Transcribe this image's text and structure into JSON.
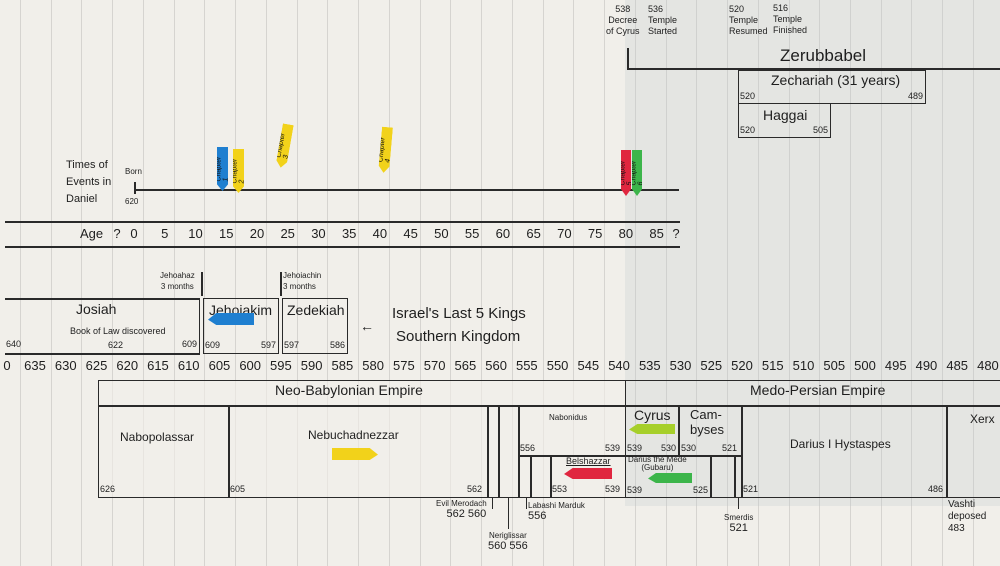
{
  "year_axis": [
    "0",
    "635",
    "630",
    "625",
    "620",
    "615",
    "610",
    "605",
    "600",
    "595",
    "590",
    "585",
    "580",
    "575",
    "570",
    "565",
    "560",
    "555",
    "550",
    "545",
    "540",
    "535",
    "530",
    "525",
    "520",
    "515",
    "510",
    "505",
    "500",
    "495",
    "490",
    "485",
    "480"
  ],
  "age_axis": {
    "label": "Age",
    "ticks": [
      "?",
      "0",
      "5",
      "10",
      "15",
      "20",
      "25",
      "30",
      "35",
      "40",
      "45",
      "50",
      "55",
      "60",
      "65",
      "70",
      "75",
      "80",
      "85",
      "?"
    ]
  },
  "restoration": {
    "decree": {
      "year": "538",
      "l1": "Decree",
      "l2": "of Cyrus"
    },
    "temple_started": {
      "year": "536",
      "l1": "Temple",
      "l2": "Started"
    },
    "temple_resumed": {
      "year": "520",
      "l1": "Temple",
      "l2": "Resumed"
    },
    "temple_finished": {
      "year": "516",
      "l1": "Temple",
      "l2": "Finished"
    },
    "zerubbabel": "Zerubbabel",
    "zechariah": {
      "name": "Zechariah (31 years)",
      "start": "520",
      "end": "489"
    },
    "haggai": {
      "name": "Haggai",
      "start": "520",
      "end": "505"
    }
  },
  "daniel": {
    "l1": "Times of",
    "l2": "Events in",
    "l3": "Daniel",
    "born": "Born",
    "born_year": "620",
    "chapters": [
      "Chapter 1",
      "Chapter 2",
      "Chapter 3",
      "Chapter 4",
      "Chapter 5",
      "Chapter 6"
    ]
  },
  "kings": {
    "jehoahaz": {
      "name": "Jehoahaz",
      "dur": "3 months"
    },
    "jehoiachin": {
      "name": "Jehoiachin",
      "dur": "3 months"
    },
    "josiah": {
      "name": "Josiah",
      "note": "Book of Law discovered",
      "note_year": "622",
      "start": "640",
      "end": "609"
    },
    "jehoiakim": {
      "name": "Jehoiakim",
      "start": "609",
      "end": "597"
    },
    "zedekiah": {
      "name": "Zedekiah",
      "start": "597",
      "end": "586"
    },
    "title1": "Israel's Last 5 Kings",
    "title2": "Southern Kingdom"
  },
  "empires": {
    "neo": "Neo-Babylonian Empire",
    "medo": "Medo-Persian Empire",
    "nabopolassar": {
      "name": "Nabopolassar",
      "start": "626"
    },
    "nebuchadnezzar": {
      "name": "Nebuchadnezzar",
      "start": "605",
      "end": "562"
    },
    "nabonidus": {
      "name": "Nabonidus",
      "start": "556",
      "end": "539"
    },
    "belshazzar": {
      "name": "Belshazzar",
      "start": "553",
      "end": "539"
    },
    "cyrus": {
      "name": "Cyrus",
      "start": "539",
      "end": "530"
    },
    "cambyses": {
      "l1": "Cam-",
      "l2": "byses",
      "start": "530",
      "end": "521"
    },
    "darius_mede": {
      "l1": "Darius the Mede",
      "l2": "(Gubaru)",
      "start": "539",
      "end": "525"
    },
    "darius1": {
      "name": "Darius I Hystaspes",
      "start": "521",
      "end": "486"
    },
    "xerxes": "Xerx",
    "evil_merodach": {
      "name": "Evil Merodach",
      "years": "562 560"
    },
    "neriglissar": {
      "name": "Neriglissar",
      "years": "560 556"
    },
    "labashi": {
      "name": "Labashi Marduk",
      "years": "556"
    },
    "smerdis": {
      "name": "Smerdis",
      "year": "521"
    },
    "vashti": {
      "l1": "Vashti",
      "l2": "deposed",
      "year": "483"
    }
  },
  "colors": {
    "blue": "#1f7fd0",
    "yellow": "#f2d21a",
    "red": "#e0263f",
    "green": "#3cb54a",
    "lime": "#a6cf2a"
  }
}
